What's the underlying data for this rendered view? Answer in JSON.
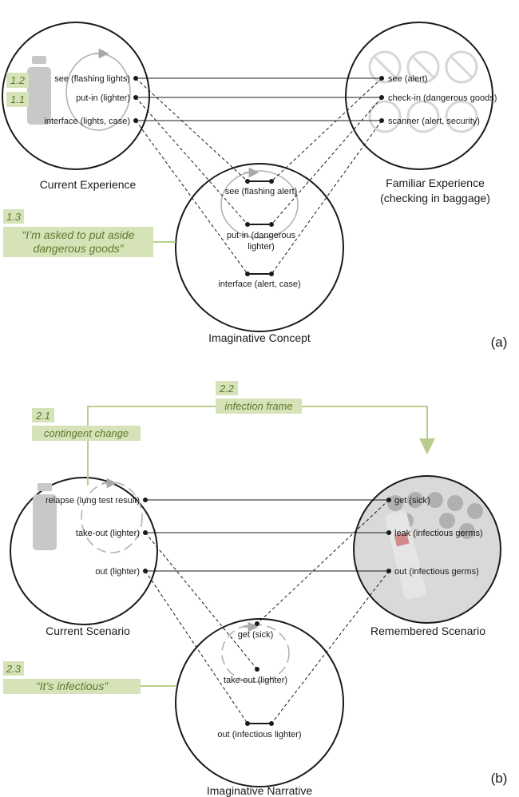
{
  "panel_a": {
    "panel_label": "(a)",
    "spaces": {
      "current": "Current Experience",
      "familiar_line1": "Familiar Experience",
      "familiar_line2": "(checking in baggage)",
      "concept": "Imaginative Concept"
    },
    "left_items": [
      "see (flashing lights)",
      "put-in (lighter)",
      "interface (lights, case)"
    ],
    "right_items": [
      "see (alert)",
      "check-in (dangerous goods)",
      "scanner (alert, security)"
    ],
    "center_items": {
      "see": "see (flashing alert)",
      "putin_line1": "put-in (dangerous",
      "putin_line2": "lighter)",
      "interface": "interface (alert, case)"
    },
    "tags": {
      "t12": "1.2",
      "t11": "1.1",
      "t13": "1.3"
    },
    "quote_line1": "“I’m asked to put aside",
    "quote_line2": "dangerous goods”"
  },
  "panel_b": {
    "panel_label": "(b)",
    "spaces": {
      "current": "Current Scenario",
      "remembered": "Remembered Scenario",
      "narrative": "Imaginative Narrative"
    },
    "left_items": [
      "relapse (lung test result)",
      "take-out (lighter)",
      "out (lighter)"
    ],
    "right_items": [
      "get (sick)",
      "leak (infectious germs)",
      "out (infectious germs)"
    ],
    "center_items": {
      "get": "get (sick)",
      "takeout": "take-out (lighter)",
      "out": "out (infectious lighter)"
    },
    "tags": {
      "t21": "2.1",
      "t21_text": "contingent change",
      "t22": "2.2",
      "t22_text": "infection frame",
      "t23": "2.3"
    },
    "quote": "“It’s infectious”"
  },
  "colors": {
    "tag_fill": "#d6e2b8",
    "tag_text": "#5d7a2c",
    "connector": "#b9ce8c",
    "line": "#1a1a1a"
  }
}
